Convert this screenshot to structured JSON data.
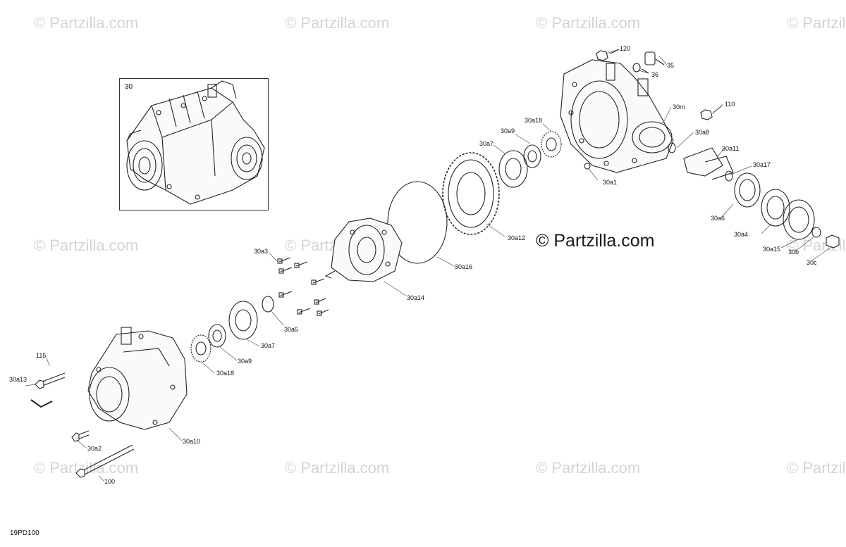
{
  "watermarks": [
    {
      "text": "© Partzilla.com"
    },
    {
      "text": "© Partzilla.com"
    },
    {
      "text": "© Partzilla.com"
    },
    {
      "text": "© Partzilla.com"
    },
    {
      "text": "© Partzilla.com"
    },
    {
      "text": "© Partzilla.com"
    },
    {
      "text": "© Partzilla.com"
    },
    {
      "text": "© Partzilla.com"
    },
    {
      "text": "© Partzilla.com"
    },
    {
      "text": "© Partzilla.com"
    },
    {
      "text": "© Partzilla.com"
    }
  ],
  "main_watermark": "© Partzilla.com",
  "diagram_code": "19PD100",
  "inset": {
    "label": "30"
  },
  "callouts": [
    "120",
    "35",
    "36",
    "110",
    "30m",
    "30a8",
    "30a18",
    "30a9",
    "30a7",
    "30a11",
    "30a17",
    "30a1",
    "30a6",
    "30a4",
    "30a12",
    "30a15",
    "30b",
    "30c",
    "30a16",
    "30a3",
    "30a14",
    "30a5",
    "30a7",
    "30a9",
    "30a18",
    "115",
    "30a13",
    "30a2",
    "30a10",
    "100"
  ]
}
